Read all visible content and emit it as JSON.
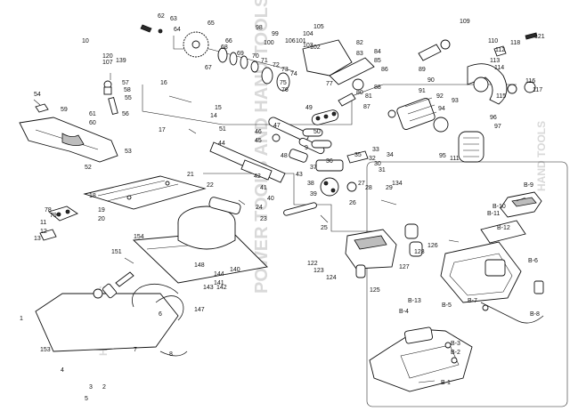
{
  "watermark": {
    "text_main": "POWER TOOLS AND HAND TOOLS",
    "text_side": "HAND TOOLS"
  },
  "part_labels": [
    {
      "id": "1",
      "text": "1"
    },
    {
      "id": "2",
      "text": "2"
    },
    {
      "id": "3",
      "text": "3"
    },
    {
      "id": "4",
      "text": "4"
    },
    {
      "id": "5",
      "text": "5"
    },
    {
      "id": "6",
      "text": "6"
    },
    {
      "id": "7",
      "text": "7"
    },
    {
      "id": "8",
      "text": "8"
    },
    {
      "id": "9",
      "text": "9"
    },
    {
      "id": "10",
      "text": "10"
    },
    {
      "id": "11",
      "text": "11"
    },
    {
      "id": "12",
      "text": "12"
    },
    {
      "id": "13",
      "text": "13"
    },
    {
      "id": "14",
      "text": "14"
    },
    {
      "id": "15",
      "text": "15"
    },
    {
      "id": "16",
      "text": "16"
    },
    {
      "id": "17",
      "text": "17"
    },
    {
      "id": "18",
      "text": "18"
    },
    {
      "id": "19",
      "text": "19"
    },
    {
      "id": "20",
      "text": "20"
    },
    {
      "id": "21",
      "text": "21"
    },
    {
      "id": "22",
      "text": "22"
    },
    {
      "id": "23",
      "text": "23"
    },
    {
      "id": "24",
      "text": "24"
    },
    {
      "id": "25",
      "text": "25"
    },
    {
      "id": "26",
      "text": "26"
    },
    {
      "id": "27",
      "text": "27"
    },
    {
      "id": "28",
      "text": "28"
    },
    {
      "id": "29",
      "text": "29"
    },
    {
      "id": "30",
      "text": "30"
    },
    {
      "id": "31",
      "text": "31"
    },
    {
      "id": "32",
      "text": "32"
    },
    {
      "id": "33",
      "text": "33"
    },
    {
      "id": "34",
      "text": "34"
    },
    {
      "id": "35",
      "text": "35"
    },
    {
      "id": "36",
      "text": "36"
    },
    {
      "id": "37",
      "text": "37"
    },
    {
      "id": "38",
      "text": "38"
    },
    {
      "id": "39",
      "text": "39"
    },
    {
      "id": "40",
      "text": "40"
    },
    {
      "id": "41",
      "text": "41"
    },
    {
      "id": "42",
      "text": "42"
    },
    {
      "id": "43",
      "text": "43"
    },
    {
      "id": "44",
      "text": "44"
    },
    {
      "id": "45",
      "text": "45"
    },
    {
      "id": "46",
      "text": "46"
    },
    {
      "id": "47",
      "text": "47"
    },
    {
      "id": "48",
      "text": "48"
    },
    {
      "id": "49",
      "text": "49"
    },
    {
      "id": "50",
      "text": "50"
    },
    {
      "id": "51",
      "text": "51"
    },
    {
      "id": "52",
      "text": "52"
    },
    {
      "id": "53",
      "text": "53"
    },
    {
      "id": "54",
      "text": "54"
    },
    {
      "id": "55",
      "text": "55"
    },
    {
      "id": "56",
      "text": "56"
    },
    {
      "id": "57",
      "text": "57"
    },
    {
      "id": "58",
      "text": "58"
    },
    {
      "id": "59",
      "text": "59"
    },
    {
      "id": "60",
      "text": "60"
    },
    {
      "id": "61",
      "text": "61"
    },
    {
      "id": "62",
      "text": "62"
    },
    {
      "id": "63",
      "text": "63"
    },
    {
      "id": "64",
      "text": "64"
    },
    {
      "id": "65",
      "text": "65"
    },
    {
      "id": "66",
      "text": "66"
    },
    {
      "id": "67",
      "text": "67"
    },
    {
      "id": "68",
      "text": "68"
    },
    {
      "id": "69",
      "text": "69"
    },
    {
      "id": "70",
      "text": "70"
    },
    {
      "id": "71",
      "text": "71"
    },
    {
      "id": "72",
      "text": "72"
    },
    {
      "id": "73",
      "text": "73"
    },
    {
      "id": "74",
      "text": "74"
    },
    {
      "id": "75",
      "text": "75"
    },
    {
      "id": "76",
      "text": "76"
    },
    {
      "id": "77",
      "text": "77"
    },
    {
      "id": "78",
      "text": "78"
    },
    {
      "id": "79",
      "text": "79"
    },
    {
      "id": "80",
      "text": "80"
    },
    {
      "id": "81",
      "text": "81"
    },
    {
      "id": "82",
      "text": "82"
    },
    {
      "id": "83",
      "text": "83"
    },
    {
      "id": "84",
      "text": "84"
    },
    {
      "id": "85",
      "text": "85"
    },
    {
      "id": "86",
      "text": "86"
    },
    {
      "id": "87",
      "text": "87"
    },
    {
      "id": "88",
      "text": "88"
    },
    {
      "id": "89",
      "text": "89"
    },
    {
      "id": "90",
      "text": "90"
    },
    {
      "id": "91",
      "text": "91"
    },
    {
      "id": "92",
      "text": "92"
    },
    {
      "id": "93",
      "text": "93"
    },
    {
      "id": "94",
      "text": "94"
    },
    {
      "id": "95",
      "text": "95"
    },
    {
      "id": "96",
      "text": "96"
    },
    {
      "id": "97",
      "text": "97"
    },
    {
      "id": "98",
      "text": "98"
    },
    {
      "id": "99",
      "text": "99"
    },
    {
      "id": "100",
      "text": "100"
    },
    {
      "id": "101",
      "text": "101"
    },
    {
      "id": "102",
      "text": "102"
    },
    {
      "id": "103",
      "text": "103"
    },
    {
      "id": "104",
      "text": "104"
    },
    {
      "id": "105",
      "text": "105"
    },
    {
      "id": "106",
      "text": "106"
    },
    {
      "id": "107",
      "text": "107"
    },
    {
      "id": "109",
      "text": "109"
    },
    {
      "id": "110",
      "text": "110"
    },
    {
      "id": "111",
      "text": "111"
    },
    {
      "id": "112",
      "text": "112"
    },
    {
      "id": "113",
      "text": "113"
    },
    {
      "id": "114",
      "text": "114"
    },
    {
      "id": "115",
      "text": "115"
    },
    {
      "id": "116",
      "text": "116"
    },
    {
      "id": "117",
      "text": "117"
    },
    {
      "id": "118",
      "text": "118"
    },
    {
      "id": "120",
      "text": "120"
    },
    {
      "id": "121",
      "text": "121"
    },
    {
      "id": "122",
      "text": "122"
    },
    {
      "id": "123",
      "text": "123"
    },
    {
      "id": "124",
      "text": "124"
    },
    {
      "id": "125",
      "text": "125"
    },
    {
      "id": "126",
      "text": "126"
    },
    {
      "id": "127",
      "text": "127"
    },
    {
      "id": "128",
      "text": "128"
    },
    {
      "id": "134",
      "text": "134"
    },
    {
      "id": "139",
      "text": "139"
    },
    {
      "id": "140",
      "text": "140"
    },
    {
      "id": "141",
      "text": "141"
    },
    {
      "id": "142",
      "text": "142"
    },
    {
      "id": "143",
      "text": "143"
    },
    {
      "id": "144",
      "text": "144"
    },
    {
      "id": "147",
      "text": "147"
    },
    {
      "id": "148",
      "text": "148"
    },
    {
      "id": "151",
      "text": "151"
    },
    {
      "id": "153",
      "text": "153"
    },
    {
      "id": "154",
      "text": "154"
    },
    {
      "id": "b1",
      "text": "B-1"
    },
    {
      "id": "b2",
      "text": "B-2"
    },
    {
      "id": "b3",
      "text": "B-3"
    },
    {
      "id": "b4",
      "text": "B-4"
    },
    {
      "id": "b5",
      "text": "B-5"
    },
    {
      "id": "b6",
      "text": "B-6"
    },
    {
      "id": "b7",
      "text": "B-7"
    },
    {
      "id": "b8",
      "text": "B-8"
    },
    {
      "id": "b9",
      "text": "B-9"
    },
    {
      "id": "b10",
      "text": "B-10"
    },
    {
      "id": "b11",
      "text": "B-11"
    },
    {
      "id": "b12",
      "text": "B-12"
    },
    {
      "id": "b13",
      "text": "B-13"
    }
  ]
}
